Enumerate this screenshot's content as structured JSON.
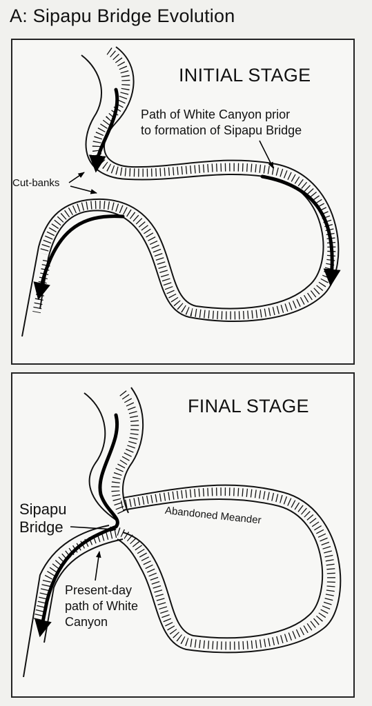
{
  "title": "A: Sipapu Bridge Evolution",
  "panels": {
    "initial": {
      "heading": "INITIAL STAGE",
      "path_label_line1": "Path of White Canyon prior",
      "path_label_line2": "to formation of Sipapu Bridge",
      "cutbanks_label": "Cut-banks"
    },
    "final": {
      "heading": "FINAL STAGE",
      "bridge_label_line1": "Sipapu",
      "bridge_label_line2": "Bridge",
      "meander_label": "Abandoned Meander",
      "present_label_line1": "Present-day",
      "present_label_line2": "path of White",
      "present_label_line3": "Canyon"
    }
  },
  "colors": {
    "ink": "#111111",
    "paper": "#f7f7f5",
    "page": "#f1f1ee"
  }
}
